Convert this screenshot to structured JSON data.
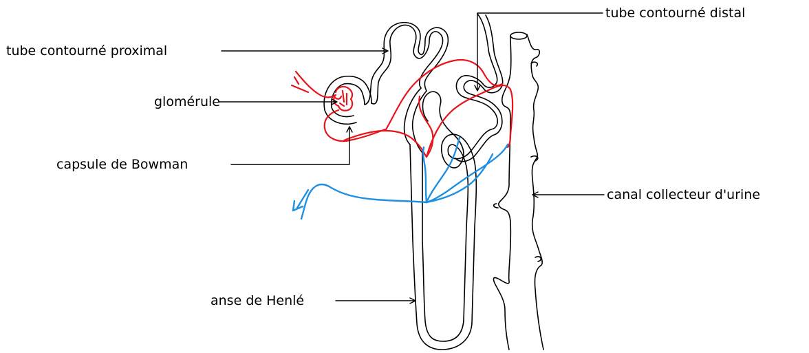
{
  "labels": {
    "proximal_tubule": "tube contourné proximal",
    "glomerulus": "glomérule",
    "bowman_capsule": "capsule de Bowman",
    "loop_of_henle": "anse de Henlé",
    "distal_tubule": "tube contourné distal",
    "collecting_duct": "canal collecteur d'urine"
  },
  "colors": {
    "structure": "#000000",
    "arterial_blood": "#e8141b",
    "venous_blood": "#1f8fe0"
  }
}
